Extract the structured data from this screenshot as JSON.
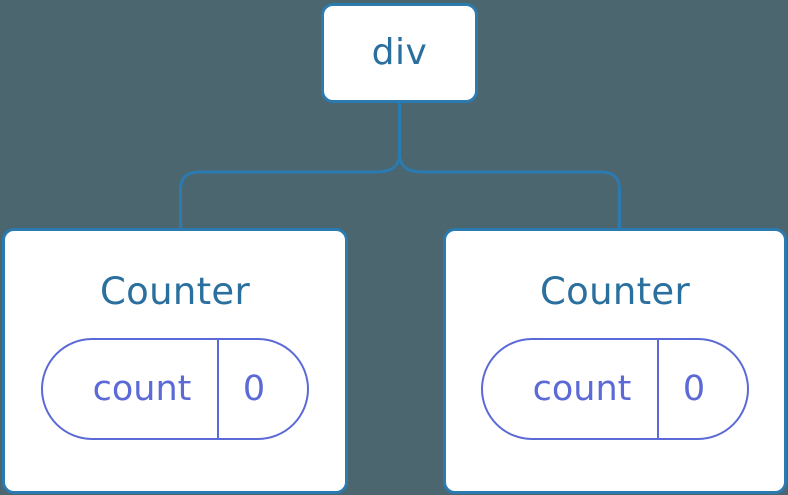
{
  "diagram": {
    "type": "component-tree",
    "background_color": "#4b666f",
    "node_border_color": "#2b7ab0",
    "node_title_color": "#2a6f9e",
    "state_color": "#5b6ad6",
    "connector_color": "#2b7ab0",
    "root": {
      "label": "div"
    },
    "children": [
      {
        "label": "Counter",
        "state": {
          "key": "count",
          "value": "0"
        }
      },
      {
        "label": "Counter",
        "state": {
          "key": "count",
          "value": "0"
        }
      }
    ]
  }
}
